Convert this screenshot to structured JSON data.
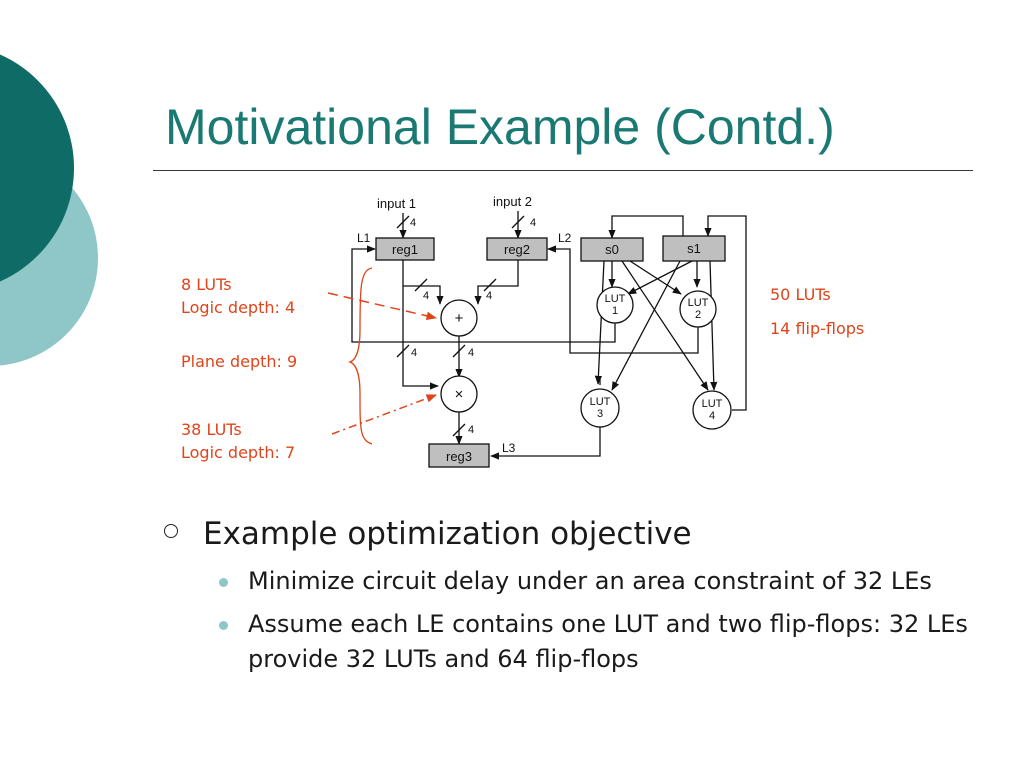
{
  "theme": {
    "accent": "#1a7a73",
    "annotation_color": "#e0441a",
    "block_fill": "#bfbfbf"
  },
  "slide": {
    "title": "Motivational Example (Contd.)"
  },
  "diagram": {
    "inputs": [
      "input 1",
      "input 2"
    ],
    "registers": [
      "reg1",
      "reg2",
      "s0",
      "s1",
      "reg3"
    ],
    "luts": [
      {
        "line1": "LUT",
        "line2": "1"
      },
      {
        "line1": "LUT",
        "line2": "2"
      },
      {
        "line1": "LUT",
        "line2": "3"
      },
      {
        "line1": "LUT",
        "line2": "4"
      }
    ],
    "operators": {
      "add": "+",
      "multiply": "×"
    },
    "loop_labels": [
      "L1",
      "L2",
      "L3"
    ],
    "bus_width": "4"
  },
  "annotations": {
    "left_top": [
      "8 LUTs",
      "Logic depth: 4"
    ],
    "plane_depth": "Plane depth: 9",
    "left_bottom": [
      "38 LUTs",
      "Logic depth: 7"
    ],
    "right": [
      "50 LUTs",
      "14 flip-flops"
    ]
  },
  "bullets": {
    "main": "Example optimization objective",
    "sub": [
      "Minimize circuit delay under an area constraint of 32 LEs",
      "Assume each LE contains one LUT and two flip-flops: 32 LEs provide 32 LUTs and 64 flip-flops"
    ]
  }
}
